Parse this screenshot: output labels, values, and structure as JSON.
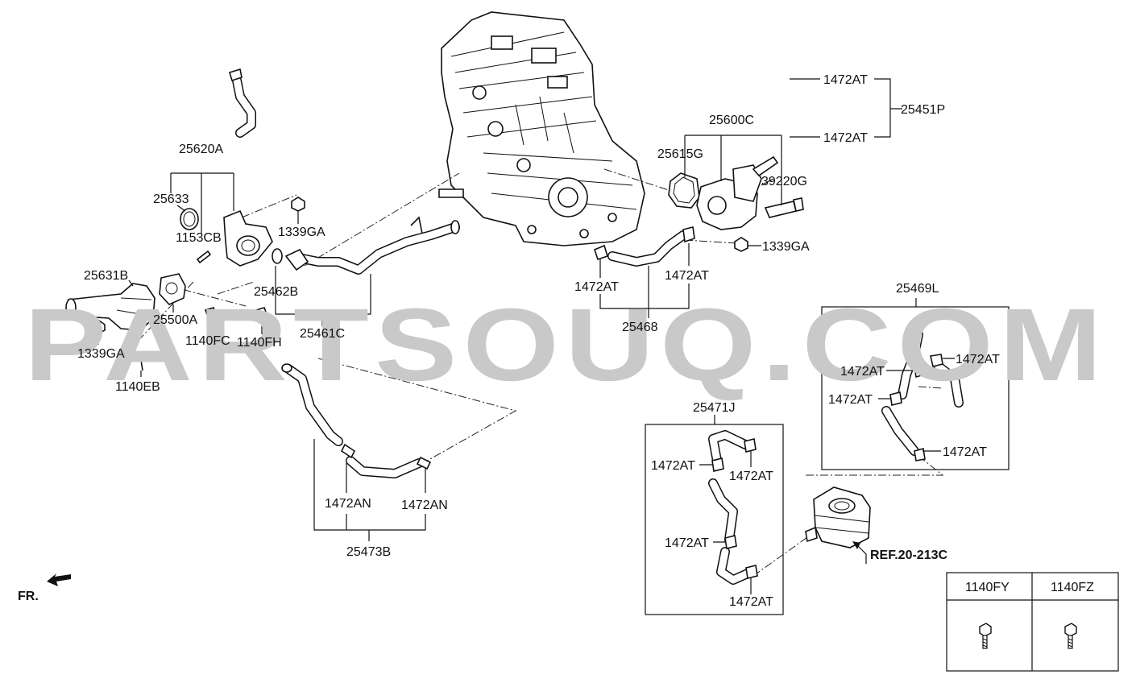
{
  "watermark": "PARTSOUQ.COM",
  "direction_label": "FR.",
  "ref_label": "REF.20-213C",
  "labels": {
    "p25620A": "25620A",
    "p25633": "25633",
    "p1153CB": "1153CB",
    "p1339GA_a": "1339GA",
    "p25631B": "25631B",
    "p25500A": "25500A",
    "p1339GA_b": "1339GA",
    "p1140FC": "1140FC",
    "p1140FH": "1140FH",
    "p1140EB": "1140EB",
    "p25462B": "25462B",
    "p25461C": "25461C",
    "p1472AN_a": "1472AN",
    "p1472AN_b": "1472AN",
    "p25473B": "25473B",
    "p25600C": "25600C",
    "p25615G": "25615G",
    "p39220G": "39220G",
    "p1339GA_c": "1339GA",
    "p1472AT_a": "1472AT",
    "p1472AT_b": "1472AT",
    "p25451P": "25451P",
    "p1472AT_c": "1472AT",
    "p1472AT_d": "1472AT",
    "p25468": "25468",
    "p25469L": "25469L",
    "p1472AT_e": "1472AT",
    "p1472AT_f": "1472AT",
    "p1472AT_g": "1472AT",
    "p1472AT_h": "1472AT",
    "p25471J": "25471J",
    "p1472AT_i": "1472AT",
    "p1472AT_j": "1472AT",
    "p1472AT_k": "1472AT",
    "p1472AT_l": "1472AT"
  },
  "fastener_table": {
    "headers": [
      "1140FY",
      "1140FZ"
    ]
  }
}
